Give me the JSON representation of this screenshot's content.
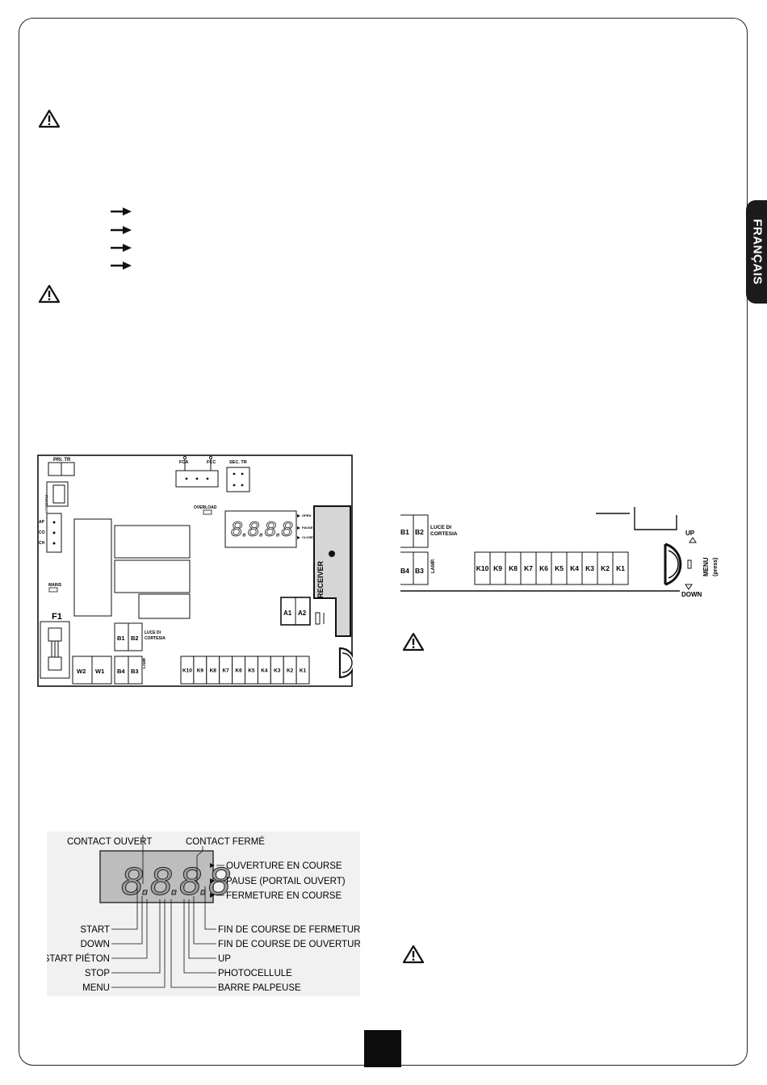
{
  "language_tab": "FRANÇAIS",
  "board": {
    "connectors": {
      "pri_tr": "PRI. TR",
      "fca": "FCA",
      "fcc": "FCC",
      "sec_tr": "SEC. TR",
      "overload": "OVERLOAD",
      "mains": "MAINS",
      "fuse": "F1",
      "ap": "AP",
      "co": "CO",
      "ch": "CH",
      "ginetro": "ENCODER"
    },
    "display_tags": [
      "OPEN",
      "PAUSE",
      "CLOSE"
    ],
    "receiver": "RECEIVER",
    "a_terminals": [
      "A1",
      "A2"
    ],
    "b_upper": [
      "B1",
      "B2"
    ],
    "b_lower": [
      "B4",
      "B3"
    ],
    "luce": [
      "LUCE DI",
      "CORTESIA"
    ],
    "lamp": "LAMP.",
    "w_terminals": [
      "W2",
      "W1"
    ],
    "k_terminals": [
      "K10",
      "K9",
      "K8",
      "K7",
      "K6",
      "K5",
      "K4",
      "K3",
      "K2",
      "K1"
    ]
  },
  "detail": {
    "b_upper": [
      "B1",
      "B2"
    ],
    "b_lower": [
      "B4",
      "B3"
    ],
    "luce": [
      "LUCE DI",
      "CORTESIA"
    ],
    "lamp": "LAMP.",
    "k_terminals": [
      "K10",
      "K9",
      "K8",
      "K7",
      "K6",
      "K5",
      "K4",
      "K3",
      "K2",
      "K1"
    ],
    "up": "UP",
    "down": "DOWN",
    "menu": "MENU",
    "press": "(press)"
  },
  "display_diagram": {
    "top_left": "CONTACT OUVERT",
    "top_right": "CONTACT FERMÉ",
    "right_upper": [
      "OUVERTURE EN COURSE",
      "PAUSE (PORTAIL OUVERT)",
      "FERMETURE EN COURSE"
    ],
    "left_bottom": [
      "START",
      "DOWN",
      "START PIÉTON",
      "STOP",
      "MENU"
    ],
    "right_bottom": [
      "FIN DE COURSE DE FERMETURE",
      "FIN DE COURSE DE OUVERTURE",
      "UP",
      "PHOTOCELLULE",
      "BARRE PALPEUSE"
    ]
  },
  "icons": [
    "warning-triangle-icon",
    "arrow-right-icon",
    "dial-knob-icon"
  ]
}
